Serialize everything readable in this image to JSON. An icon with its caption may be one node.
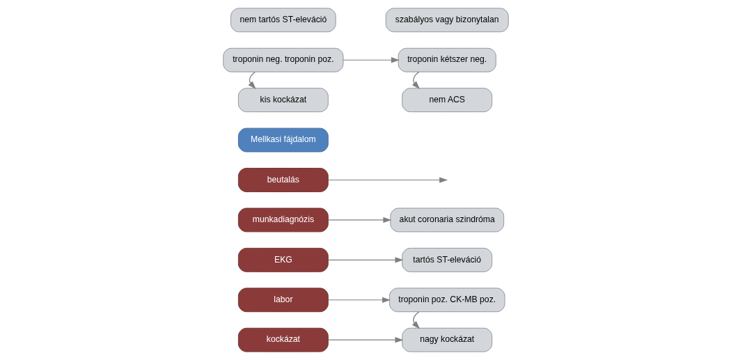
{
  "diagram": {
    "nodes": [
      {
        "text": [
          "Mellkasi fájdalom"
        ]
      },
      {
        "text": [
          "beutalás"
        ]
      },
      {
        "text": [
          "munkadiagnózis"
        ]
      },
      {
        "text": [
          "akut coronaria szindróma"
        ]
      },
      {
        "text": [
          "EKG"
        ]
      },
      {
        "text": [
          "tartós ST-eleváció"
        ]
      },
      {
        "text": [
          "nem tartós ST-eleváció"
        ]
      },
      {
        "text": [
          "szabályos vagy bizonytalan"
        ]
      },
      {
        "text": [
          "labor"
        ]
      },
      {
        "text": [
          "troponin poz. CK-MB poz."
        ]
      },
      {
        "text": [
          "troponin neg. troponin poz."
        ]
      },
      {
        "text": [
          "troponin kétszer neg."
        ]
      },
      {
        "text": [
          "kockázat"
        ]
      },
      {
        "text": [
          "nagy kockázat"
        ]
      },
      {
        "text": [
          "kis kockázat"
        ]
      },
      {
        "text": [
          "nem ACS"
        ]
      }
    ],
    "edges": [
      {
        "from": 1,
        "to": null,
        "arrow": "to"
      },
      {
        "from": 2,
        "to": 3,
        "arrow": "to"
      },
      {
        "from": 4,
        "to": 5,
        "arrow": "to"
      },
      {
        "from": 8,
        "to": 9,
        "arrow": "to"
      },
      {
        "from": 12,
        "to": 13,
        "arrow": "to"
      },
      {
        "from": 9,
        "to": 13,
        "arrow": "to"
      },
      {
        "from": 10,
        "to": 11,
        "arrow": "to"
      },
      {
        "from": 10,
        "to": 14,
        "arrow": "to"
      },
      {
        "from": 11,
        "to": 15,
        "arrow": "to"
      }
    ]
  }
}
